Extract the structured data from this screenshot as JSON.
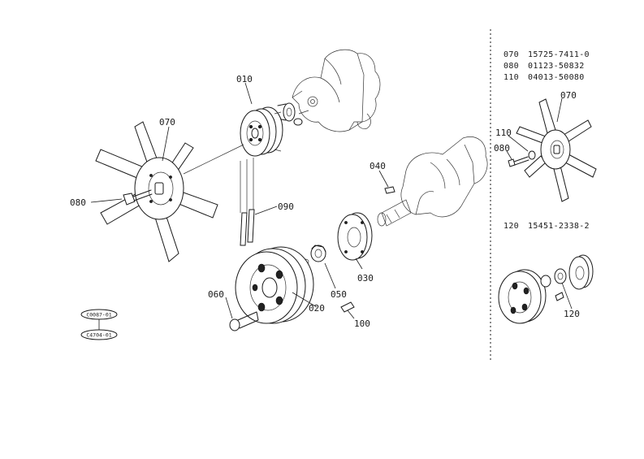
{
  "callouts": {
    "c010": "010",
    "c070": "070",
    "c080": "080",
    "c090": "090",
    "c040": "040",
    "c030": "030",
    "c050": "050",
    "c020": "020",
    "c060": "060",
    "c100": "100",
    "r070": "070",
    "r110": "110",
    "r080": "080",
    "r120": "120"
  },
  "parts_list": [
    {
      "ref": "070",
      "number": "15725-7411-0"
    },
    {
      "ref": "080",
      "number": "01123-50832"
    },
    {
      "ref": "110",
      "number": "04013-50080"
    },
    {
      "ref": "120",
      "number": "15451-2338-2"
    }
  ],
  "figure_refs": {
    "ref1": "C0087-01",
    "ref2": "C4704-01"
  }
}
